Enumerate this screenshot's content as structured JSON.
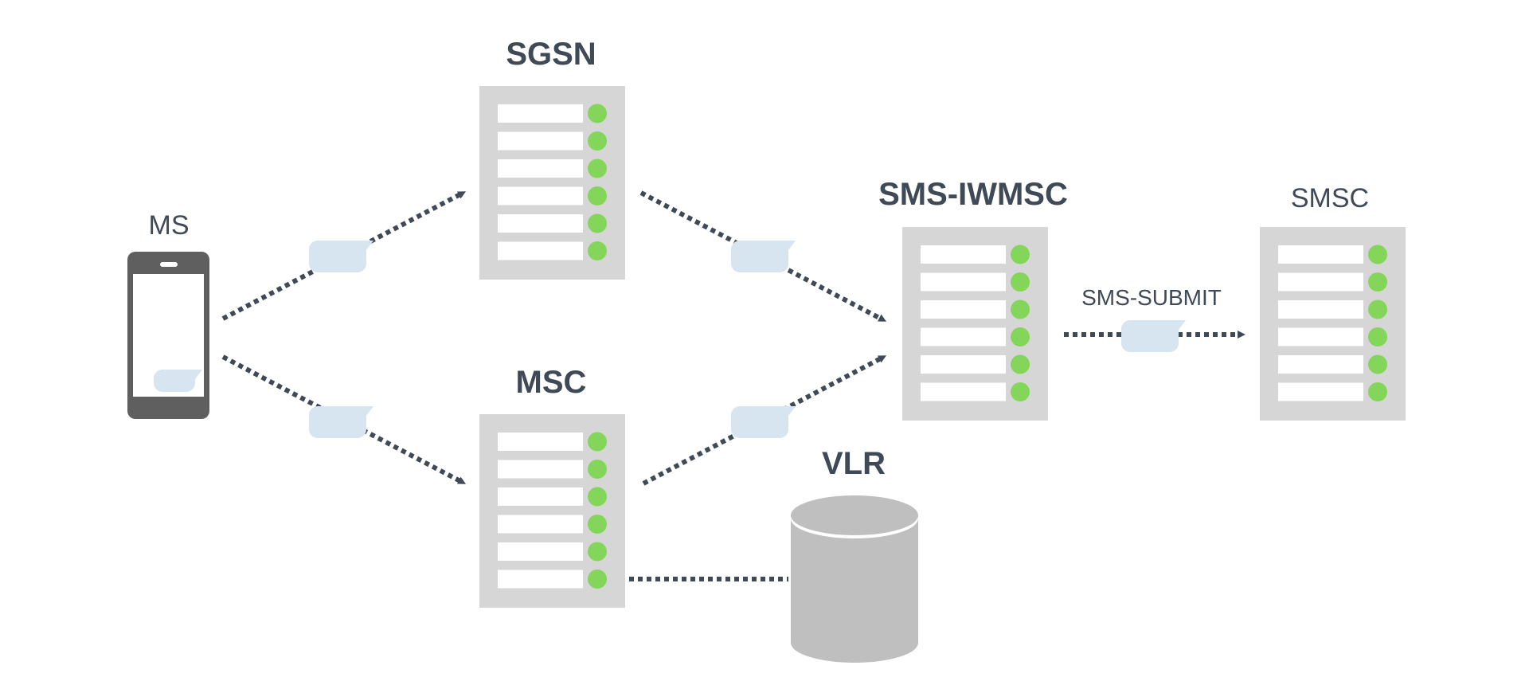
{
  "diagram": {
    "title": "SMS Mobile Originated Flow",
    "colors": {
      "text": "#3f4a56",
      "arrow": "#3f4a56",
      "server_body": "#d6d6d6",
      "server_slot": "#ffffff",
      "status_led": "#83d65a",
      "message_bubble": "#d7e5f1",
      "database": "#bfbfbf",
      "phone": "#5f5f5f"
    },
    "nodes": [
      {
        "id": "ms",
        "label": "MS",
        "type": "mobile-station",
        "slots": 0
      },
      {
        "id": "sgsn",
        "label": "SGSN",
        "type": "server",
        "slots": 6
      },
      {
        "id": "msc",
        "label": "MSC",
        "type": "server",
        "slots": 6
      },
      {
        "id": "sms_iwmsc",
        "label": "SMS-IWMSC",
        "type": "server",
        "slots": 6
      },
      {
        "id": "smsc",
        "label": "SMSC",
        "type": "server",
        "slots": 6
      },
      {
        "id": "vlr",
        "label": "VLR",
        "type": "database",
        "slots": 0
      }
    ],
    "edges": [
      {
        "from": "ms",
        "to": "sgsn",
        "style": "dotted-arrow",
        "carries_message": true,
        "label": ""
      },
      {
        "from": "ms",
        "to": "msc",
        "style": "dotted-arrow",
        "carries_message": true,
        "label": ""
      },
      {
        "from": "sgsn",
        "to": "sms_iwmsc",
        "style": "dotted-arrow",
        "carries_message": true,
        "label": ""
      },
      {
        "from": "msc",
        "to": "sms_iwmsc",
        "style": "dotted-arrow",
        "carries_message": true,
        "label": ""
      },
      {
        "from": "sms_iwmsc",
        "to": "smsc",
        "style": "dotted-arrow",
        "carries_message": true,
        "label": "SMS-SUBMIT"
      },
      {
        "from": "msc",
        "to": "vlr",
        "style": "dotted-line",
        "carries_message": false,
        "label": ""
      }
    ]
  }
}
